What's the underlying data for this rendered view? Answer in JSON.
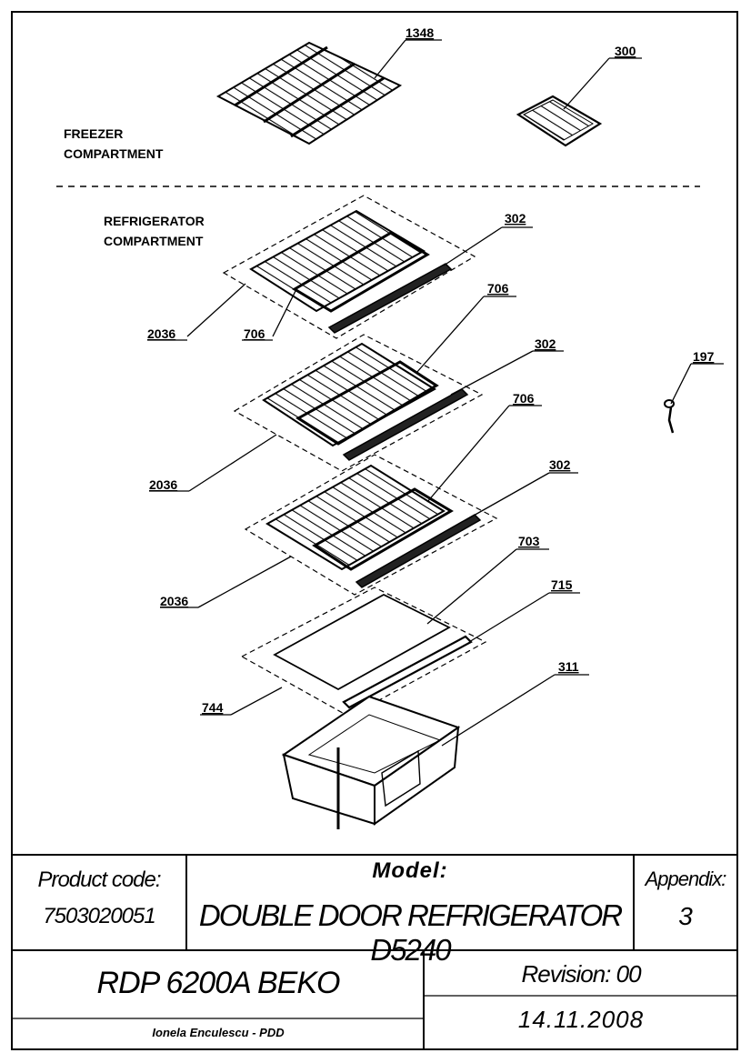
{
  "sections": {
    "freezer": "FREEZER\nCOMPARTMENT",
    "freezer_l1": "FREEZER",
    "freezer_l2": "COMPARTMENT",
    "fridge_l1": "REFRIGERATOR",
    "fridge_l2": "COMPARTMENT"
  },
  "callouts": {
    "c1348": "1348",
    "c300": "300",
    "c302a": "302",
    "c302b": "302",
    "c302c": "302",
    "c706a": "706",
    "c706b": "706",
    "c706c": "706",
    "c2036a": "2036",
    "c2036b": "2036",
    "c2036c": "2036",
    "c197": "197",
    "c703": "703",
    "c715": "715",
    "c744": "744",
    "c311": "311"
  },
  "title_block": {
    "product_code_label": "Product code:",
    "product_code": "7503020051",
    "model_label": "Model:",
    "model": "DOUBLE DOOR REFRIGERATOR D5240",
    "appendix_label": "Appendix:",
    "appendix": "3",
    "brand_model": "RDP 6200A BEKO",
    "revision": "Revision: 00",
    "date": "14.11.2008",
    "author": "Ionela Enculescu - PDD"
  }
}
